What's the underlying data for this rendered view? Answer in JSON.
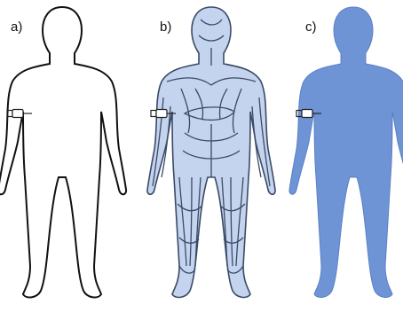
{
  "panels": [
    {
      "label": "a)",
      "fill_style": "outline"
    },
    {
      "label": "b)",
      "fill_style": "vessels"
    },
    {
      "label": "c)",
      "fill_style": "solid"
    }
  ],
  "colors": {
    "outline": "#111111",
    "light_blue": "#c4d3ee",
    "solid_blue": "#6f94d6",
    "vessel_stroke": "#3a4a66"
  },
  "icons": [
    "syringe-icon",
    "syringe-icon",
    "syringe-icon"
  ]
}
